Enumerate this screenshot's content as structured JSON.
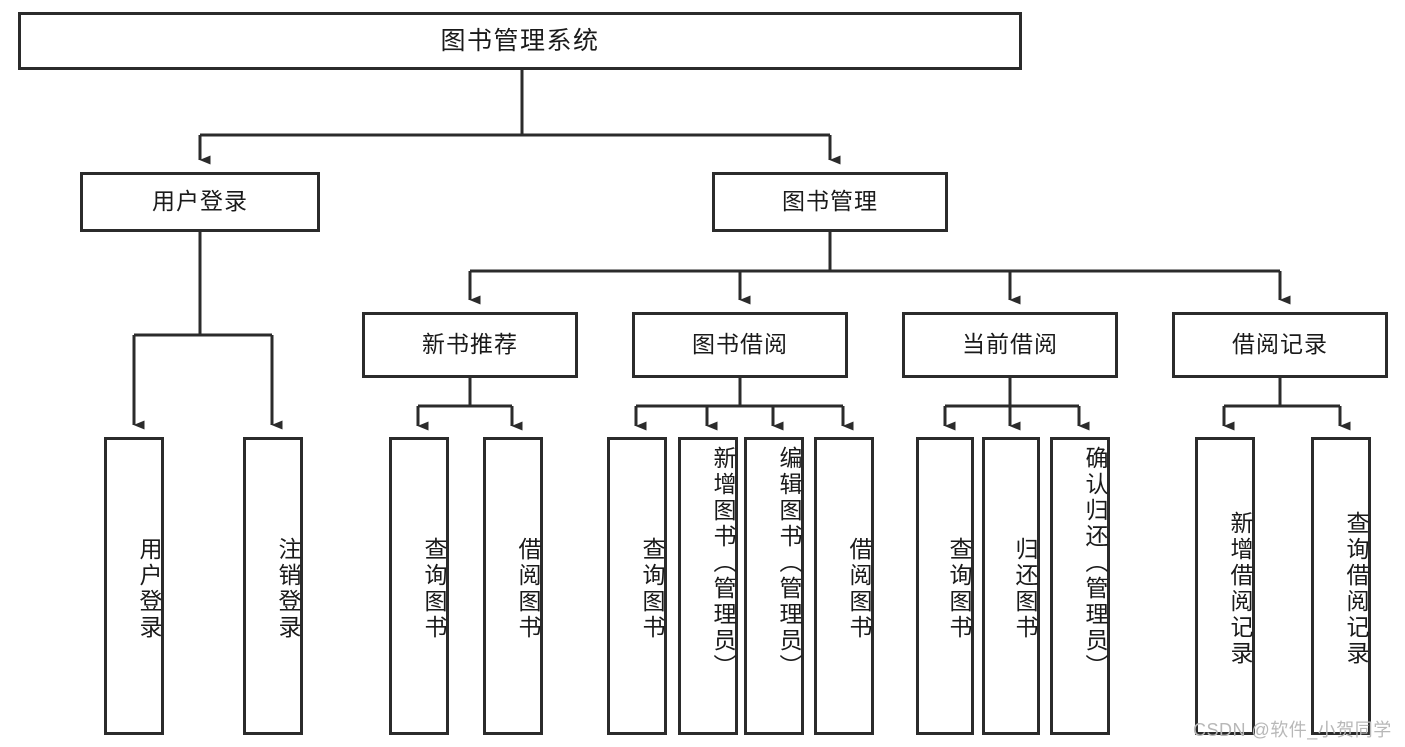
{
  "diagram": {
    "title": "图书管理系统",
    "type": "tree-hierarchy-diagram",
    "watermark": "CSDN @软件_小贺同学",
    "colors": {
      "border": "#2b2b2b",
      "fill": "#ffffff",
      "text": "#1a1a1a",
      "connector": "#2b2b2b",
      "watermark": "#b8b8b8"
    },
    "root": {
      "label": "图书管理系统"
    },
    "level2": [
      {
        "id": "user-login",
        "label": "用户登录"
      },
      {
        "id": "book-management",
        "label": "图书管理"
      }
    ],
    "level3": [
      {
        "id": "new-book-recommend",
        "label": "新书推荐",
        "parent": "book-management"
      },
      {
        "id": "book-borrow",
        "label": "图书借阅",
        "parent": "book-management"
      },
      {
        "id": "current-borrow",
        "label": "当前借阅",
        "parent": "book-management"
      },
      {
        "id": "borrow-record",
        "label": "借阅记录",
        "parent": "book-management"
      }
    ],
    "leaves": {
      "user-login": [
        {
          "id": "leaf-user-login",
          "label": "用户登录"
        },
        {
          "id": "leaf-user-logout",
          "label": "注销登录"
        }
      ],
      "new-book-recommend": [
        {
          "id": "leaf-query-book-1",
          "label": "查询图书"
        },
        {
          "id": "leaf-borrow-book-1",
          "label": "借阅图书"
        }
      ],
      "book-borrow": [
        {
          "id": "leaf-query-book-2",
          "label": "查询图书"
        },
        {
          "id": "leaf-add-book",
          "label": "新增图书（管理员）"
        },
        {
          "id": "leaf-edit-book",
          "label": "编辑图书（管理员）"
        },
        {
          "id": "leaf-borrow-book-2",
          "label": "借阅图书"
        }
      ],
      "current-borrow": [
        {
          "id": "leaf-query-book-3",
          "label": "查询图书"
        },
        {
          "id": "leaf-return-book",
          "label": "归还图书"
        },
        {
          "id": "leaf-confirm-return",
          "label": "确认归还（管理员）"
        }
      ],
      "borrow-record": [
        {
          "id": "leaf-add-record",
          "label": "新增借阅记录"
        },
        {
          "id": "leaf-query-record",
          "label": "查询借阅记录"
        }
      ]
    }
  }
}
